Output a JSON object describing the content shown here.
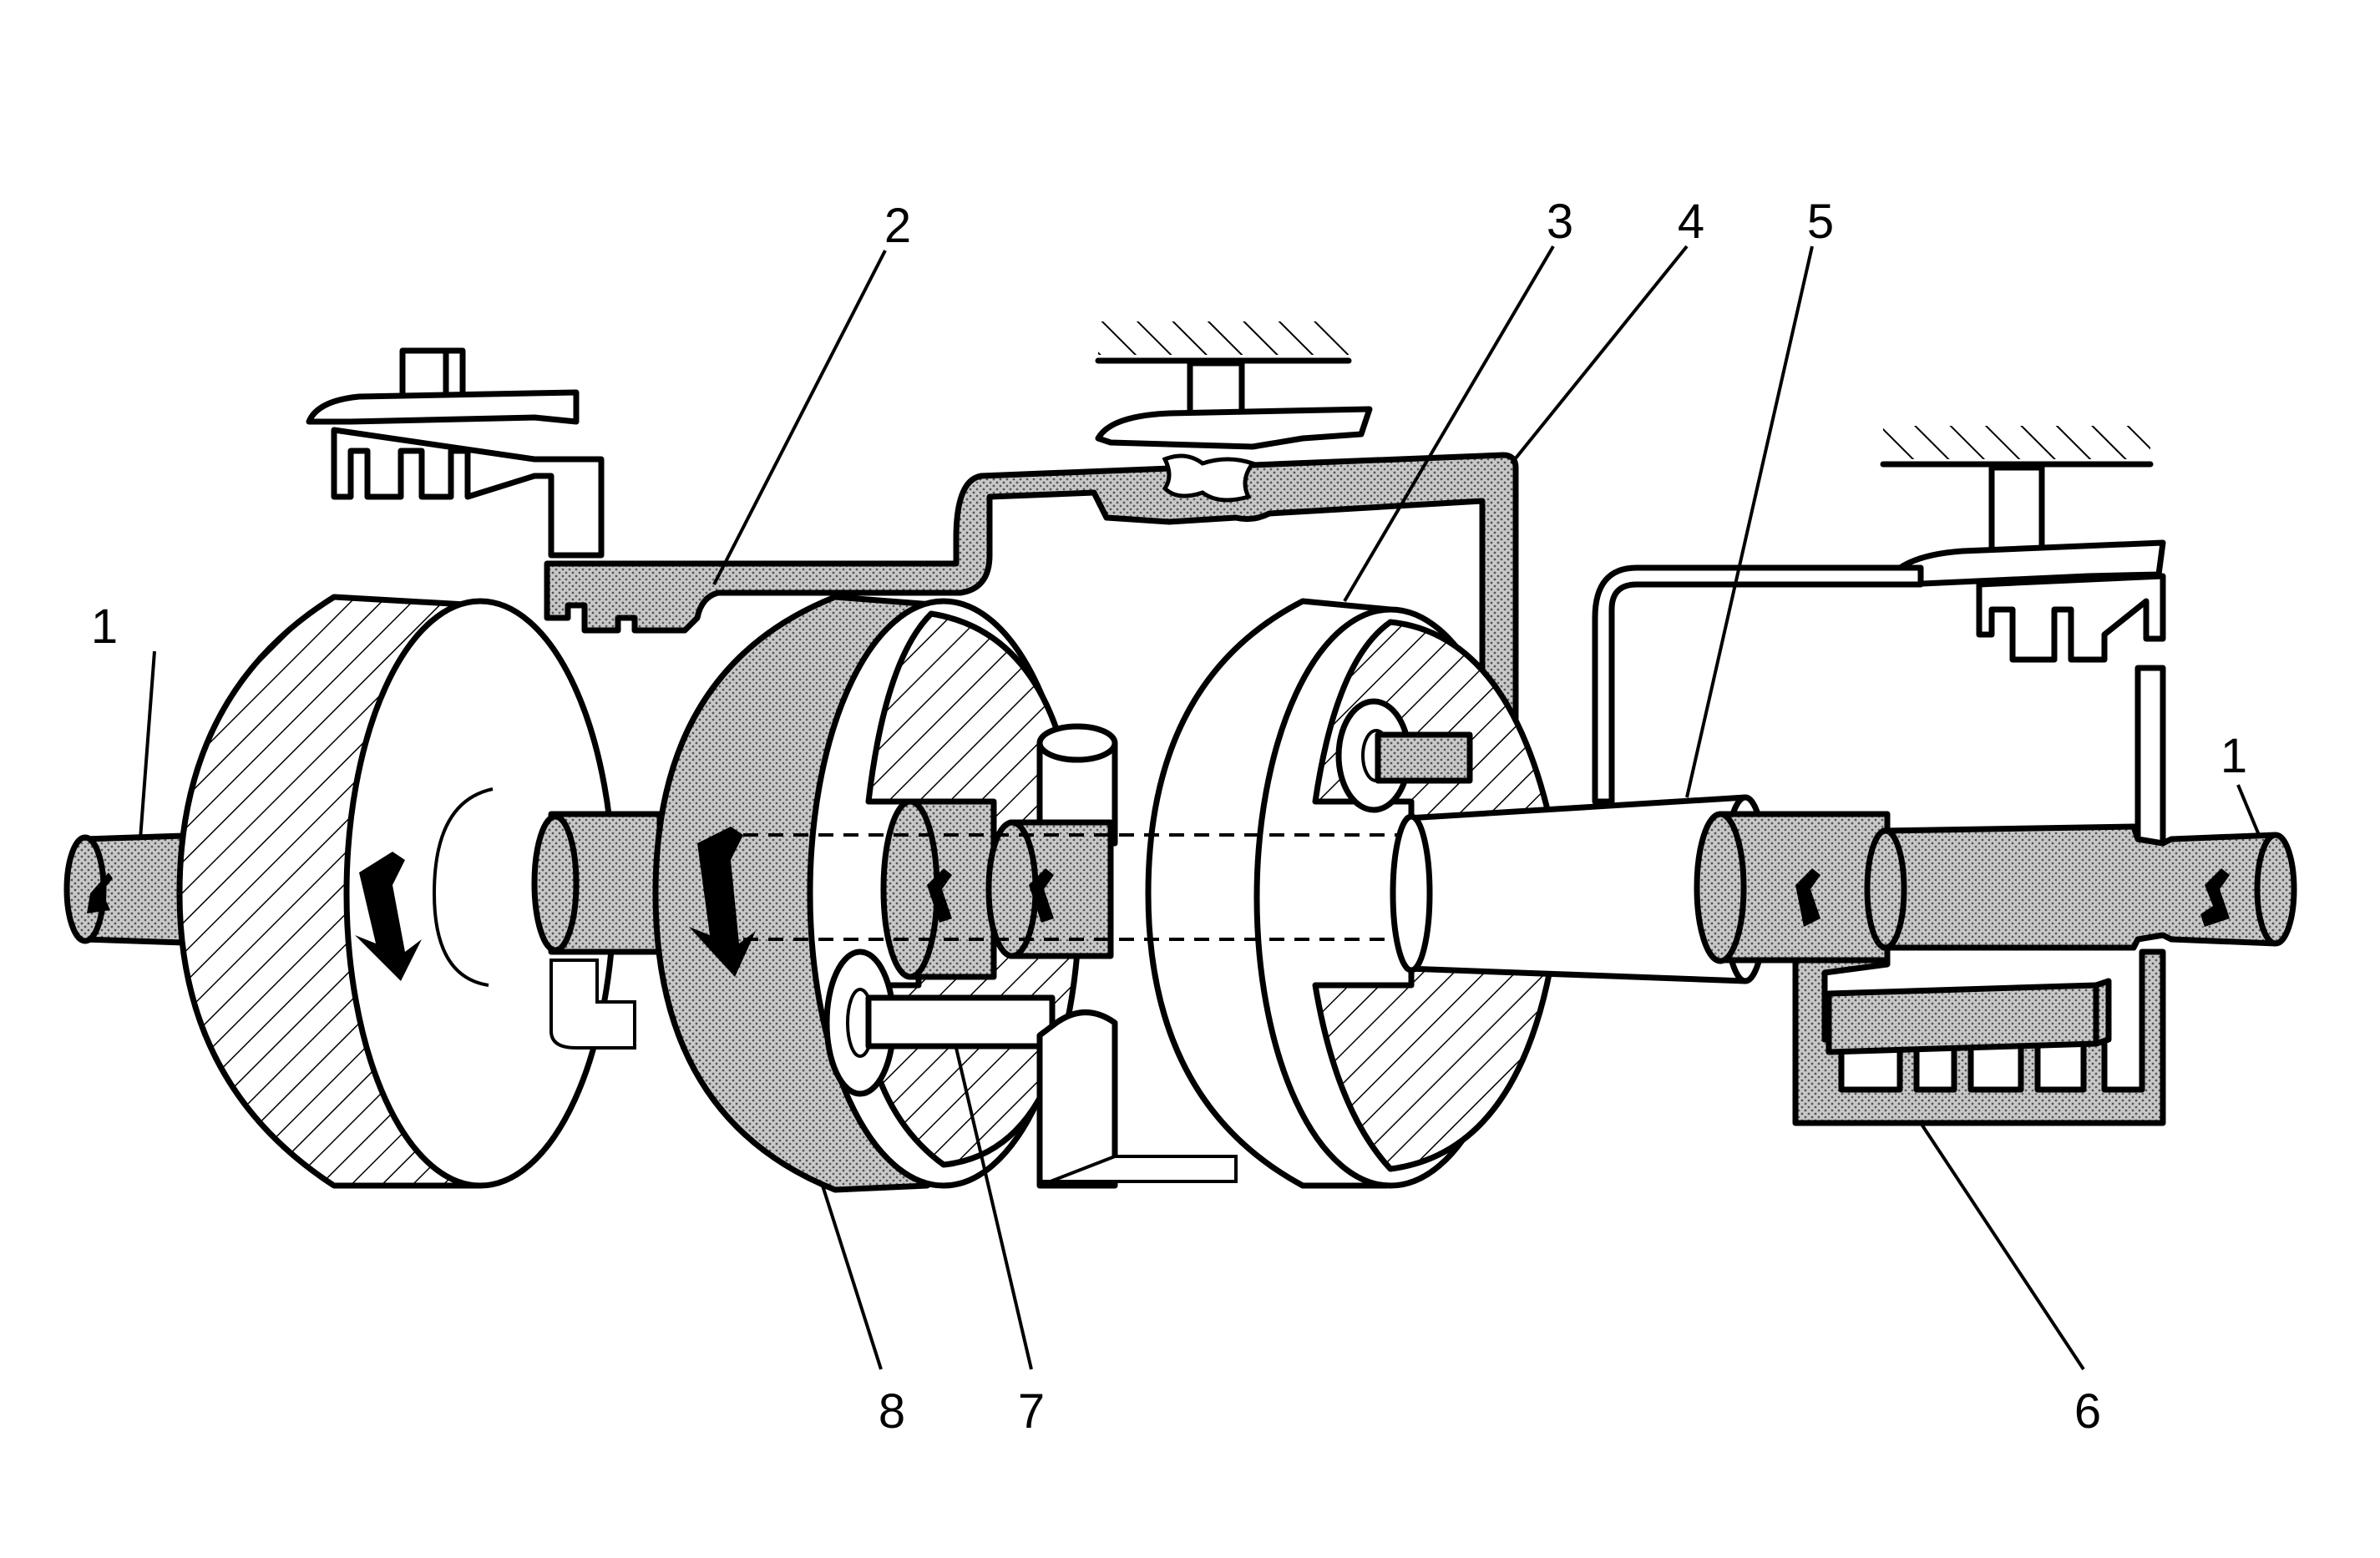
{
  "callouts": [
    {
      "id": "left-shaft",
      "label": "1"
    },
    {
      "id": "front-clutch",
      "label": "2"
    },
    {
      "id": "rear-ring-gear",
      "label": "3"
    },
    {
      "id": "rear-carrier-drum",
      "label": "4"
    },
    {
      "id": "sun-gear-shell",
      "label": "5"
    },
    {
      "id": "rear-brake-clutch",
      "label": "6"
    },
    {
      "id": "planet-pinion",
      "label": "7"
    },
    {
      "id": "front-ring-gear",
      "label": "8"
    },
    {
      "id": "right-shaft",
      "label": "1"
    }
  ],
  "colors": {
    "ink": "#000000",
    "stipple": "#9a9a9a",
    "background": "#ffffff"
  }
}
